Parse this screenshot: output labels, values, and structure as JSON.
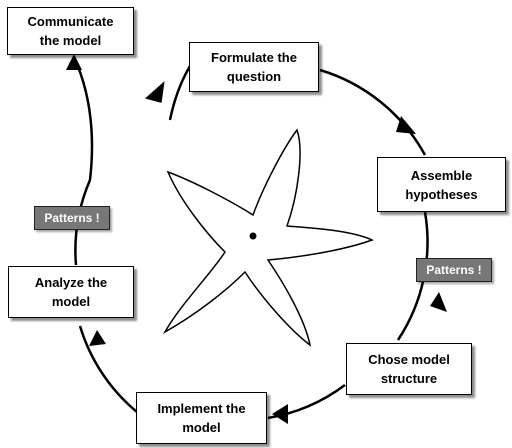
{
  "diagram": {
    "nodes": {
      "communicate": "Communicate\nthe model",
      "formulate": "Formulate the\nquestion",
      "assemble": "Assemble\nhypotheses",
      "chose": "Chose model\nstructure",
      "implement": "Implement the\nmodel",
      "analyze": "Analyze the\nmodel"
    },
    "tags": {
      "left": "Patterns !",
      "right": "Patterns !"
    }
  },
  "colors": {
    "node_fill": "#ffffff",
    "tag_fill": "#777777",
    "tag_text": "#ffffff",
    "stroke": "#000000"
  }
}
